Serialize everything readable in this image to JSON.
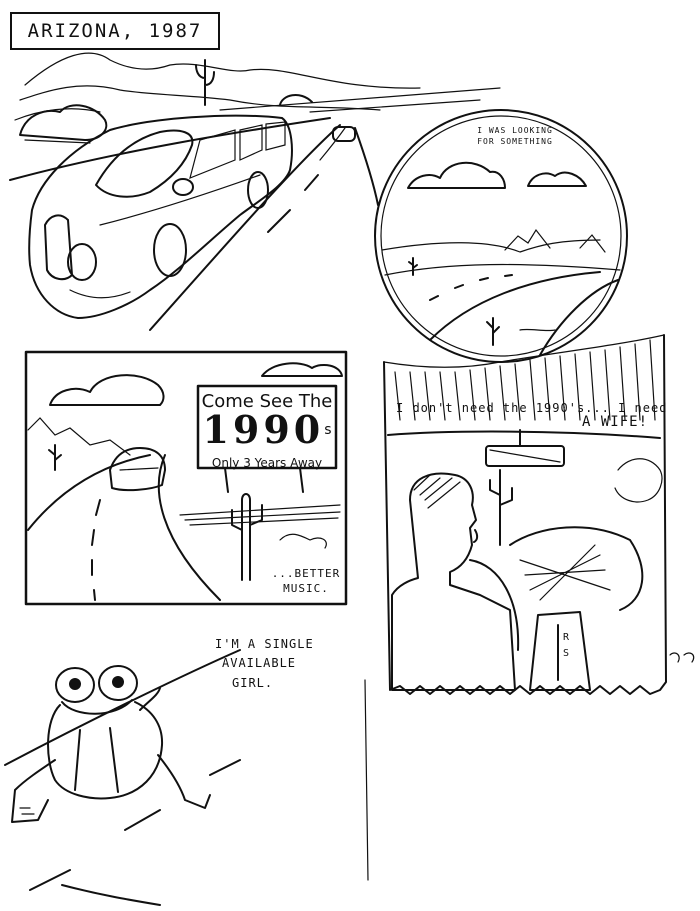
{
  "title_caption": "ARIZONA, 1987",
  "panel2_caption": "I WAS LOOKING FOR SOMETHING",
  "billboard": {
    "line1": "Come See The",
    "year": "1990",
    "suffix": "s",
    "line3": "Only 3 Years Away"
  },
  "panel3_caption": "...BETTER MUSIC.",
  "panel4_speech_1": "I don't need the 1990's... I need",
  "panel4_speech_2": "A WIFE!",
  "gear_letters": "R S",
  "panel5_caption_1": "I'M A SINGLE",
  "panel5_caption_2": "AVAILABLE",
  "panel5_caption_3": "GIRL."
}
